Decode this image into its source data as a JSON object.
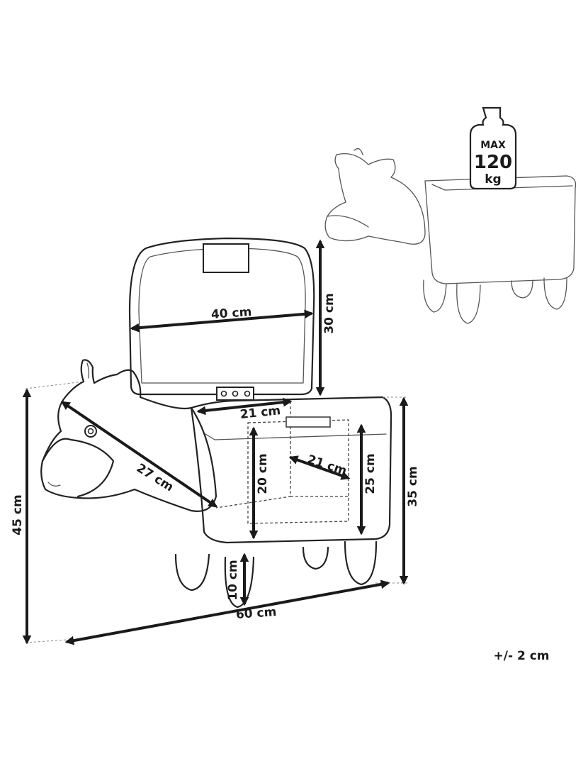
{
  "dimensions": {
    "lid_width": "40 cm",
    "lid_height": "30 cm",
    "head_diagonal": "27 cm",
    "storage_width": "21 cm",
    "storage_depth": "21 cm",
    "storage_height": "20 cm",
    "seat_body_height": "25 cm",
    "seat_height": "35 cm",
    "total_height": "45 cm",
    "total_length": "60 cm",
    "leg_height": "10 cm"
  },
  "max_load": {
    "line1": "MAX",
    "line2": "120",
    "line3": "kg"
  },
  "tolerance": "+/- 2 cm"
}
